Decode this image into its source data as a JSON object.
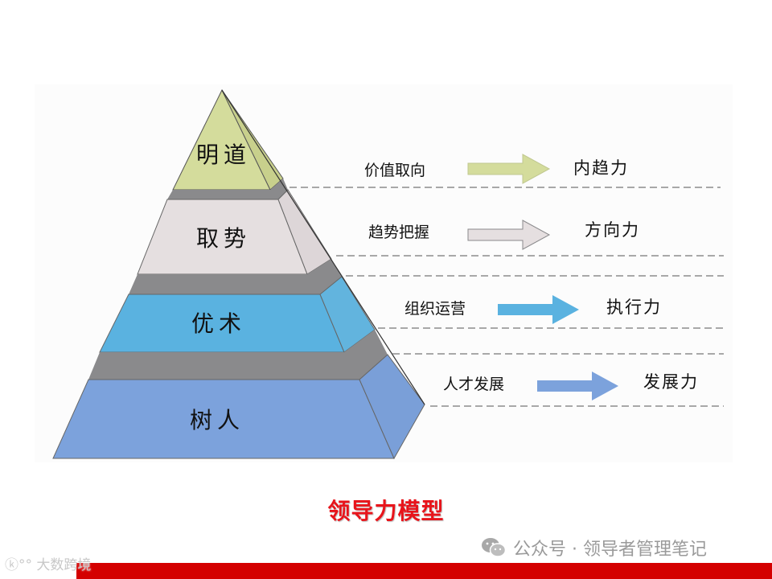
{
  "diagram": {
    "title": "领导力模型",
    "layers": [
      {
        "name": "明道",
        "description": "价值取向",
        "force": "内趋力",
        "color": "#d4dc9c"
      },
      {
        "name": "取势",
        "description": "趋势把握",
        "force": "方向力",
        "color": "#e5dfe0"
      },
      {
        "name": "优术",
        "description": "组织运营",
        "force": "执行力",
        "color": "#5ab2e0"
      },
      {
        "name": "树人",
        "description": "人才发展",
        "force": "发展力",
        "color": "#7ca2dc"
      }
    ],
    "separator_color": "#8a8a8c",
    "arrow_icon": "right-arrow-icon"
  },
  "footer": {
    "watermark": "公众号 · 领导者管理笔记",
    "watermark_icon": "wechat-icon",
    "logo_text": "大数跨境",
    "bar_color": "#d40000"
  }
}
